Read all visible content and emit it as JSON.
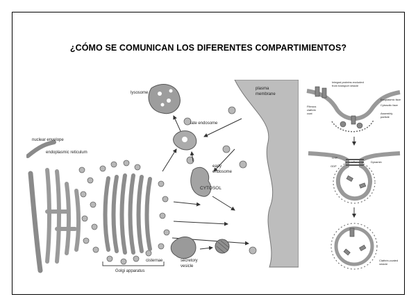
{
  "slide": {
    "title": "¿CÓMO SE COMUNICAN LOS DIFERENTES COMPARTIMIENTOS?"
  },
  "left_figure": {
    "labels": {
      "lysosome": "lysosome",
      "late_endosome": "late endosome",
      "plasma_membrane_line1": "plasma",
      "plasma_membrane_line2": "membrane",
      "nuclear_envelope": "nuclear envelope",
      "endoplasmic_reticulum": "endoplasmic reticulum",
      "early_endosome_line1": "early",
      "early_endosome_line2": "endosome",
      "cytosol": "CYTOSOL",
      "cisternae": "cisternae",
      "secretory_vesicle_line1": "secretory",
      "secretory_vesicle_line2": "vesicle",
      "golgi_apparatus": "Golgi apparatus"
    }
  },
  "right_figure": {
    "labels": {
      "integral_proteins_line1": "Integral proteins excluded",
      "integral_proteins_line2": "from transport vesicle",
      "exoplasmic_face": "Exoplasmic face",
      "cytosolic_face": "Cytosolic face",
      "fibrous_coat_line1": "Fibrous",
      "fibrous_coat_line2": "clathrin",
      "fibrous_coat_line3": "coat",
      "assembly_particle_line1": "Assembly",
      "assembly_particle_line2": "particle",
      "gtp": "GTP",
      "gdp": "GDP",
      "dynamin": "Dynamin",
      "clathrin_vesicle_line1": "Clathrin-coated",
      "clathrin_vesicle_line2": "vesicle"
    }
  }
}
